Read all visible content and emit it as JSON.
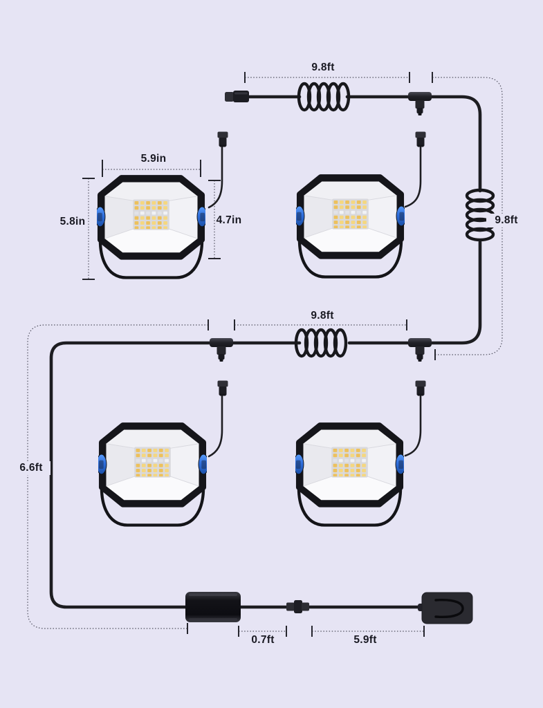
{
  "page": {
    "title": "LED flood light string dimensions diagram"
  },
  "colors": {
    "background": "#e6e4f4",
    "cable": "#1d1d21",
    "label_text": "#191922",
    "dotted_line": "#50505e",
    "led_warm": "#edc15c",
    "led_cool": "#e2e3e8",
    "knob_blue": "#3b82ee"
  },
  "measurements": {
    "top_cable": "9.8ft",
    "right_cable": "9.8ft",
    "middle_cable": "9.8ft",
    "left_cable": "6.6ft",
    "adapter_to_connector": "0.7ft",
    "connector_to_plug": "5.9ft",
    "light_width": "5.9in",
    "light_height": "5.8in",
    "light_body_height": "4.7in"
  },
  "components": {
    "floodlight_count": 4,
    "icons": [
      "floodlight-icon",
      "coiled-cable-icon",
      "t-connector-icon",
      "plug-connector-icon",
      "male-connector-icon",
      "inline-connector-icon",
      "power-adapter-icon",
      "ac-plug-icon"
    ]
  }
}
